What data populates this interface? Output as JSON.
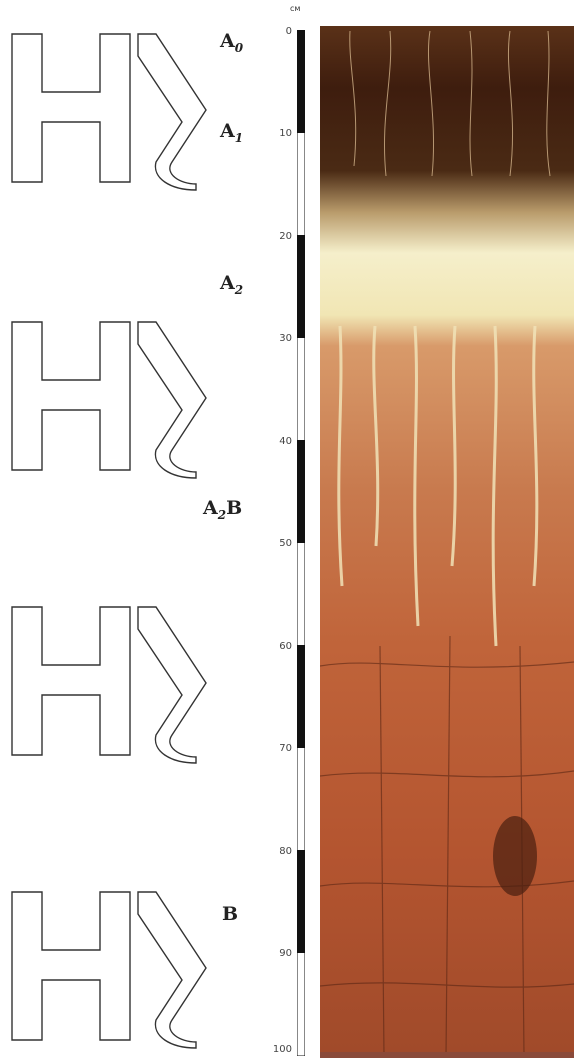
{
  "diagram": {
    "scale_unit": "см",
    "depth_ticks": [
      "0",
      "10",
      "20",
      "30",
      "40",
      "50",
      "60",
      "70",
      "80",
      "90",
      "100"
    ],
    "horizons": [
      {
        "main": "A",
        "sub": "0"
      },
      {
        "main": "A",
        "sub": "1"
      },
      {
        "main": "A",
        "sub": "2"
      },
      {
        "main": "A",
        "sub": "2",
        "suffix": "B"
      },
      {
        "main": "B",
        "sub": ""
      }
    ],
    "colors": {
      "humus_dark": "#4a2412",
      "eluvial_light": "#f3ecc2",
      "illuvial_red": "#b6532d",
      "ruler_black": "#111111"
    }
  }
}
